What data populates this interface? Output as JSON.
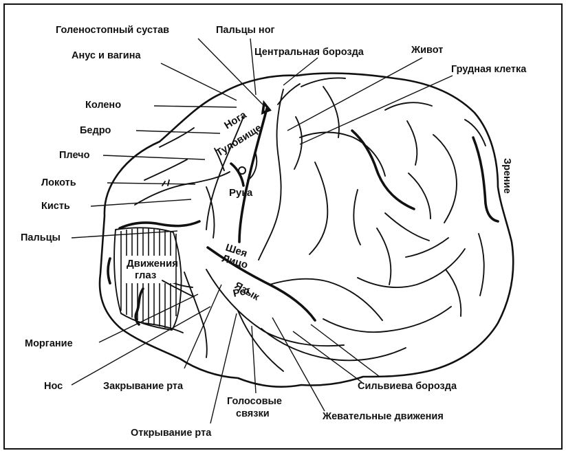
{
  "labels": {
    "ankle": "Голеностопный сустав",
    "toes": "Пальцы ног",
    "anus_vagina": "Анус и вагина",
    "central_sulcus": "Центральная борозда",
    "abdomen": "Живот",
    "chest": "Грудная клетка",
    "knee": "Колено",
    "hip": "Бедро",
    "shoulder": "Плечо",
    "elbow": "Локоть",
    "wrist": "Кисть",
    "fingers": "Пальцы",
    "blinking": "Моргание",
    "nose": "Нос",
    "mouth_closing": "Закрывание рта",
    "vocal_cords_1": "Голосовые",
    "vocal_cords_2": "связки",
    "mouth_opening": "Открывание рта",
    "sylvian_fissure": "Сильвиева борозда",
    "chewing": "Жевательные движения",
    "vision": "Зрение"
  },
  "regions": {
    "leg": "Нога",
    "trunk": "Туловище",
    "arm": "Рука",
    "neck": "Шея",
    "face": "Лицо",
    "tongue": "Язык",
    "mouth": "Рот",
    "eye_movements_1": "Движения",
    "eye_movements_2": "глаз"
  }
}
